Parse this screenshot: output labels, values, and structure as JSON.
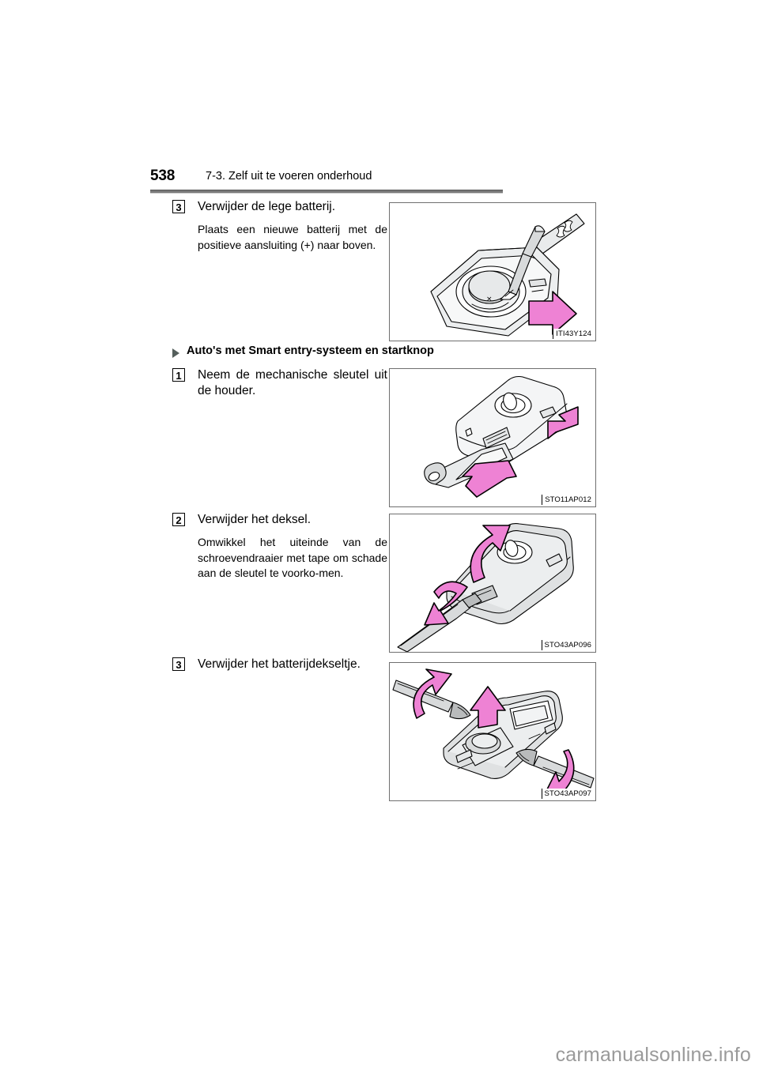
{
  "header": {
    "page_number": "538",
    "section_title": "7-3. Zelf uit te voeren onderhoud"
  },
  "subsection": {
    "bullet_icon": "triangle-right-icon",
    "label": "Auto's met Smart entry-systeem en startknop"
  },
  "steps": [
    {
      "number": "3",
      "title": "Verwijder de lege batterij.",
      "body": "Plaats een nieuwe batterij met de positieve aansluiting (+) naar boven."
    },
    {
      "number": "1",
      "title": "Neem de mechanische sleutel uit de houder.",
      "body": ""
    },
    {
      "number": "2",
      "title": "Verwijder het deksel.",
      "body": "Omwikkel het uiteinde van de schroevendraaier met tape om schade aan de sleutel te voorko-men."
    },
    {
      "number": "3",
      "title": "Verwijder het batterijdekseltje.",
      "body": ""
    }
  ],
  "figures": [
    {
      "code": "ITI43Y124",
      "alt": "key-fob-battery-removal-with-screwdriver"
    },
    {
      "code": "STO11AP012",
      "alt": "smart-key-mechanical-key-pull-out"
    },
    {
      "code": "STO43AP096",
      "alt": "smart-key-cover-pry-off-with-screwdriver"
    },
    {
      "code": "STO43AP097",
      "alt": "smart-key-battery-cover-pry-off"
    }
  ],
  "watermark": "carmanualsonline.info",
  "colors": {
    "arrow_fill": "#ee82d4",
    "arrow_stroke": "#000000",
    "part_fill": "#d8dadb",
    "part_light": "#eceeef",
    "rule": "#7a7a7a",
    "bullet": "#555f5c",
    "watermark": "#9a9a9a"
  }
}
